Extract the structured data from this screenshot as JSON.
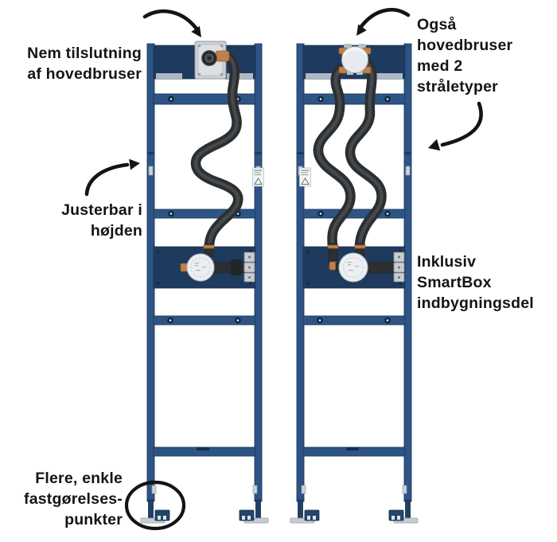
{
  "annotations": {
    "easy_connection": {
      "lines": [
        "Nem tilslutning",
        "af hovedbruser"
      ]
    },
    "dual_spray": {
      "lines": [
        "Også",
        "hovedbruser",
        "med 2",
        "stråletyper"
      ]
    },
    "height_adjustable": {
      "lines": [
        "Justerbar i",
        "højden"
      ]
    },
    "smartbox": {
      "lines": [
        "Inklusiv",
        "SmartBox",
        "indbygningsdel"
      ]
    },
    "fixing_points": {
      "lines": [
        "Flere, enkle",
        "fastgørelses-",
        "punkter"
      ]
    }
  },
  "icons": {
    "arrow_style": "curved-arrow",
    "highlight_style": "ellipse-outline"
  },
  "colors": {
    "background": "#ffffff",
    "ink": "#141414",
    "frame_blue": "#2e5484",
    "frame_dark": "#1c3a60",
    "panel_navy": "#1e3a5e",
    "hose_black": "#2c2f31",
    "copper": "#c08048",
    "silver": "#cdd1d5",
    "disc_white": "#eceff1"
  }
}
